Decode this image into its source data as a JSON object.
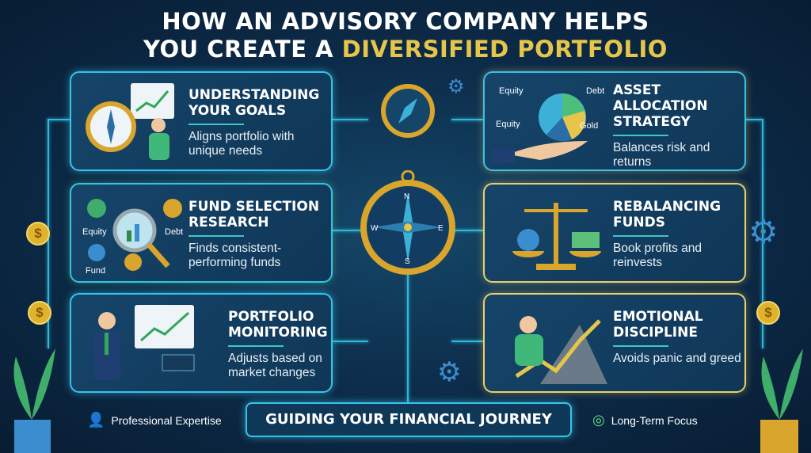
{
  "title": {
    "line1": "HOW AN ADVISORY COMPANY HELPS",
    "line2_prefix": "YOU CREATE A ",
    "line2_highlight": "DIVERSIFIED PORTFOLIO"
  },
  "cards": [
    {
      "title": "Understanding Your Goals",
      "desc": "Aligns portfolio with unique needs"
    },
    {
      "title": "Fund Selection Research",
      "desc": "Finds consistent-performing funds",
      "labels": [
        "Equity",
        "Debt",
        "Fund"
      ]
    },
    {
      "title": "Portfolio Monitoring",
      "desc": "Adjusts based on market changes"
    },
    {
      "title": "Asset Allocation Strategy",
      "desc": "Balances risk and returns",
      "labels": [
        "Equity",
        "Debt",
        "Equity",
        "Gold"
      ]
    },
    {
      "title": "Rebalancing Funds",
      "desc": "Book profits and reinvests"
    },
    {
      "title": "Emotional Discipline",
      "desc": "Avoids panic and greed"
    }
  ],
  "compass": {
    "n": "N",
    "s": "S",
    "e": "E",
    "w": "W"
  },
  "coin_symbol": "$",
  "banner": "GUIDING YOUR FINANCIAL JOURNEY",
  "footer": {
    "left": "Professional Expertise",
    "right": "Long-Term Focus"
  },
  "colors": {
    "background": "#0c2a47",
    "accent_cyan": "#35c4e8",
    "accent_gold": "#e6c64a",
    "accent_green": "#5fe08a"
  }
}
